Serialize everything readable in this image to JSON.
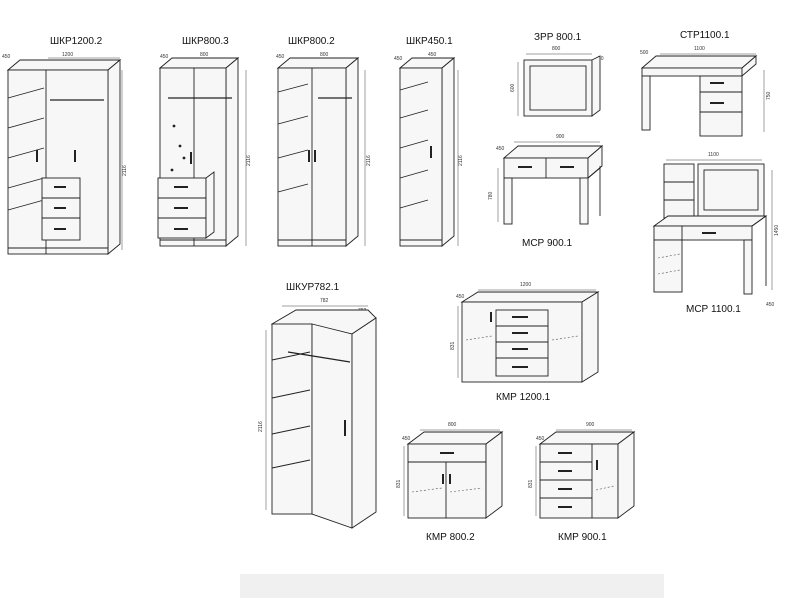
{
  "items": [
    {
      "model": "ШКР1200.2",
      "width": "1200",
      "depth": "450",
      "height": "2116"
    },
    {
      "model": "ШКР800.3",
      "width": "800",
      "depth": "450",
      "height": "2116"
    },
    {
      "model": "ШКР800.2",
      "width": "800",
      "depth": "450",
      "height": "2116"
    },
    {
      "model": "ШКР450.1",
      "width": "450",
      "depth": "450",
      "height": "2116"
    },
    {
      "model": "ЗРР 800.1",
      "width": "800",
      "depth": "50",
      "height": "600"
    },
    {
      "model": "СТР1100.1",
      "width": "1100",
      "depth": "500",
      "height": "750"
    },
    {
      "model": "МСР 900.1",
      "width": "900",
      "depth": "450",
      "height": "780"
    },
    {
      "model": "МСР 1100.1",
      "width": "1100",
      "depth": "450",
      "height": "1450"
    },
    {
      "model": "ШКУР782.1",
      "width": "782",
      "depth": "450",
      "height": "2116",
      "extra": "782"
    },
    {
      "model": "КМР 1200.1",
      "width": "1200",
      "depth": "450",
      "height": "831"
    },
    {
      "model": "КМР 800.2",
      "width": "800",
      "depth": "450",
      "height": "831"
    },
    {
      "model": "КМР 900.1",
      "width": "900",
      "depth": "450",
      "height": "831"
    }
  ]
}
